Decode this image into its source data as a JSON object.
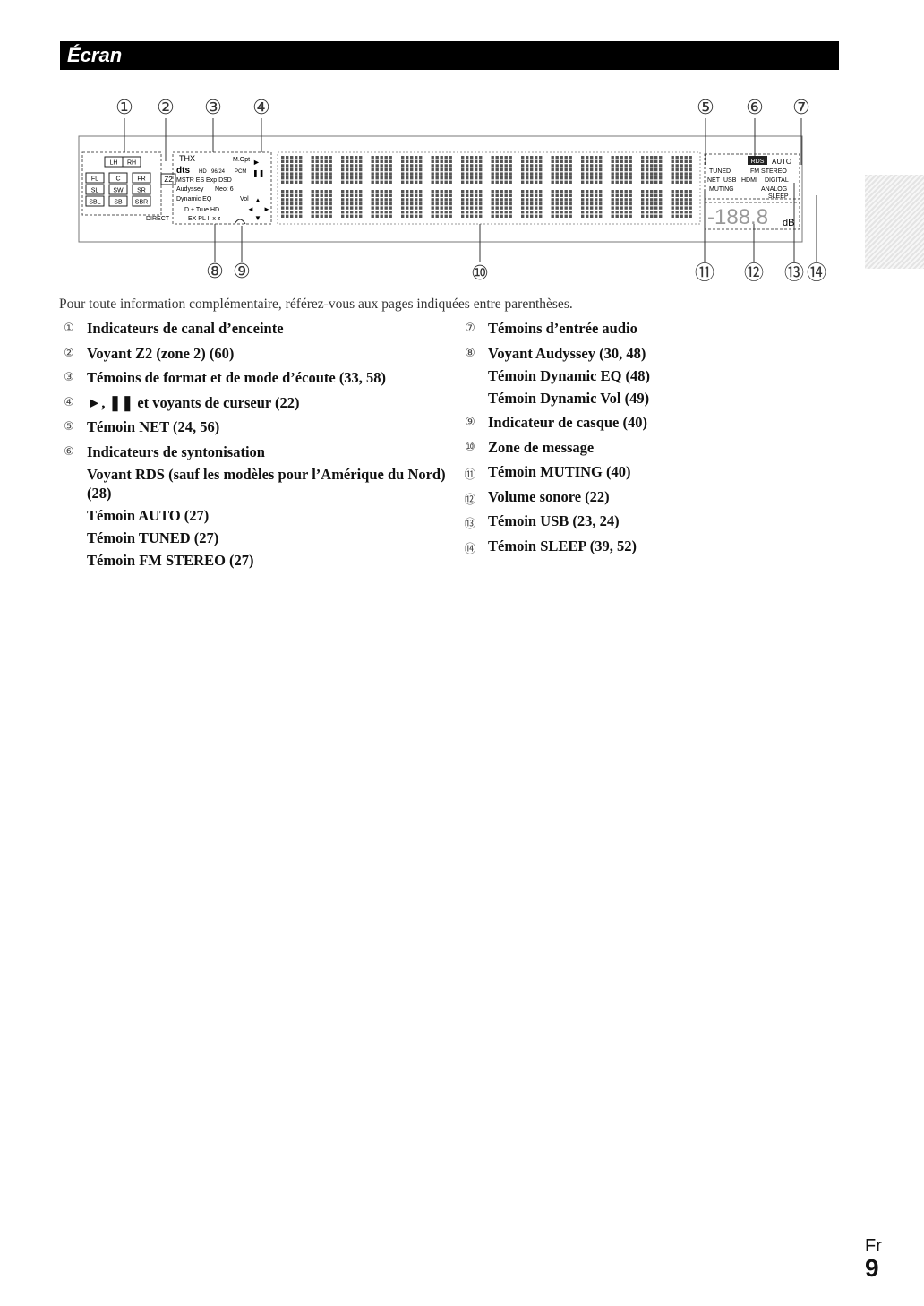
{
  "header": {
    "title": "Écran"
  },
  "diagram": {
    "callouts": [
      "①",
      "②",
      "③",
      "④",
      "⑤",
      "⑥",
      "⑦",
      "⑧",
      "⑨",
      "⑩",
      "⑪",
      "⑫",
      "⑬",
      "⑭"
    ],
    "speaker_labels": [
      "LH",
      "RH",
      "FL",
      "C",
      "FR",
      "SL",
      "SW",
      "SR",
      "SBL",
      "SB",
      "SBR"
    ],
    "zone_label": "Z2",
    "format_labels": {
      "thx": "THX",
      "mopt": "M.Opt",
      "dts": "dts",
      "dts_hd": "HD",
      "rate": "96/24",
      "pcm": "PCM",
      "mstr": "MSTR ES Exp DSD",
      "audyssey": "Audyssey",
      "neo": "Neo: 6",
      "dynamic_eq": "Dynamic EQ",
      "vol": "Vol",
      "dolby": "D + True HD",
      "direct": "DIRECT",
      "expl": "EX PL II x z"
    },
    "right_labels": {
      "rds": "RDS",
      "auto": "AUTO",
      "tuned": "TUNED",
      "fm_stereo": "FM STEREO",
      "net": "NET",
      "usb": "USB",
      "hdmi": "HDMI",
      "digital": "DIGITAL",
      "muting": "MUTING",
      "analog": "ANALOG",
      "sleep": "SLEEP",
      "volume_digits": "-188.8",
      "db": "dB"
    }
  },
  "intro": "Pour toute information complémentaire, référez-vous aux pages indiquées entre parenthèses.",
  "legend_left": [
    {
      "num": "①",
      "lines": [
        "Indicateurs de canal d’enceinte"
      ]
    },
    {
      "num": "②",
      "lines": [
        "Voyant Z2 (zone 2) (60)"
      ]
    },
    {
      "num": "③",
      "lines": [
        "Témoins de format et de mode d’écoute (33, 58)"
      ]
    },
    {
      "num": "④",
      "lines": [
        "►, ❚❚ et voyants de curseur (22)"
      ]
    },
    {
      "num": "⑤",
      "lines": [
        "Témoin NET (24, 56)"
      ]
    },
    {
      "num": "⑥",
      "lines": [
        "Indicateurs de syntonisation",
        "Voyant RDS (sauf les modèles pour l’Amérique du Nord) (28)",
        "Témoin AUTO (27)",
        "Témoin TUNED (27)",
        "Témoin FM STEREO (27)"
      ]
    }
  ],
  "legend_right": [
    {
      "num": "⑦",
      "lines": [
        "Témoins d’entrée audio"
      ]
    },
    {
      "num": "⑧",
      "lines": [
        "Voyant Audyssey (30, 48)",
        "Témoin Dynamic EQ (48)",
        "Témoin Dynamic Vol (49)"
      ]
    },
    {
      "num": "⑨",
      "lines": [
        "Indicateur de casque (40)"
      ]
    },
    {
      "num": "⑩",
      "lines": [
        "Zone de message"
      ]
    },
    {
      "num": "⑪",
      "lines": [
        "Témoin MUTING (40)"
      ]
    },
    {
      "num": "⑫",
      "lines": [
        "Volume sonore (22)"
      ]
    },
    {
      "num": "⑬",
      "lines": [
        "Témoin USB (23, 24)"
      ]
    },
    {
      "num": "⑭",
      "lines": [
        "Témoin SLEEP (39, 52)"
      ]
    }
  ],
  "footer": {
    "lang": "Fr",
    "page": "9"
  }
}
